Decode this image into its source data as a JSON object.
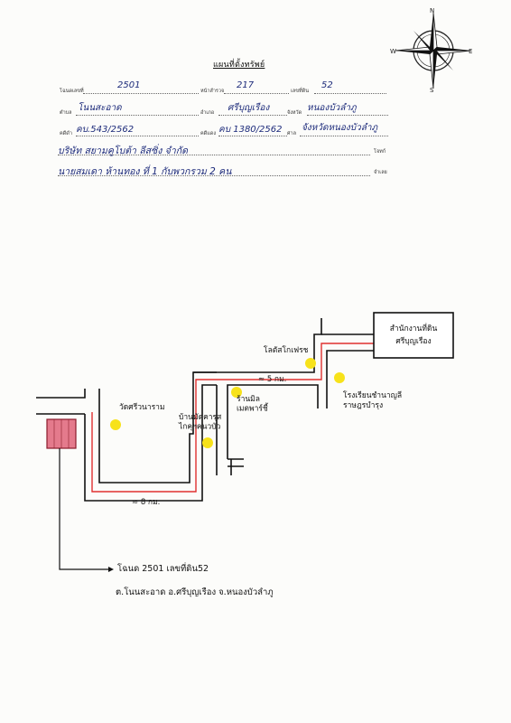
{
  "compass": {
    "n": "N",
    "s": "S",
    "e": "E",
    "w": "W"
  },
  "header": {
    "title": "แผนที่ตั้งทรัพย์",
    "row1": {
      "deed_label": "โฉนดเลขที่",
      "deed_value": "2501",
      "survey_label": "หน้าสำรวจ",
      "survey_value": "217",
      "land_label": "เลขที่ดิน",
      "land_value": "52"
    },
    "row2": {
      "subdistrict_label": "ตำบล",
      "subdistrict_value": "โนนสะอาด",
      "district_label": "อำเภอ",
      "district_value": "ศรีบุญเรือง",
      "province_label": "จังหวัด",
      "province_value": "หนองบัวลำภู"
    },
    "row3": {
      "case1_label": "คดีดำ",
      "case1_value": "คบ.543/2562",
      "case2_label": "คดีแดง",
      "case2_value": "คบ 1380/2562",
      "court_label": "ศาล",
      "court_value": "จังหวัดหนองบัวลำภู"
    },
    "row4": {
      "value": "บริษัท สยามคูโบต้า ลีสซิ่ง จำกัด",
      "label": "โจทก์"
    },
    "row5": {
      "value": "นายสมเดา ห้านทอง ที่ 1 กับพวกรวม 2 คน",
      "label": "จำเลย"
    }
  },
  "map": {
    "office": "สำนักงานที่ดิน\nศรีบุญเรือง",
    "temple": "วัดศรีวนาราม",
    "kanchana": "บ้านมัดคารุส\nไกคุฯคนวบัว",
    "shop": "ร้านมิล\nเมดพาร์ชี้",
    "lotus": "โลตัสโกเฟรช",
    "school": "โรงเรียนชำนาญลี\nราษฎรบำรุง",
    "dist_top": "≈ 5 กม.",
    "dist_bottom": "≈ 8 กม."
  },
  "caption": {
    "line1": "โฉนด 2501 เลขที่ดิน52",
    "line2": "ต.โนนสะอาด อ.ศรีบุญเรือง จ.หนองบัวลำภู"
  },
  "colors": {
    "ink": "#1c2a7a",
    "route": "#e03030",
    "plot": "#e47a8c",
    "marker": "#f7e21a"
  }
}
